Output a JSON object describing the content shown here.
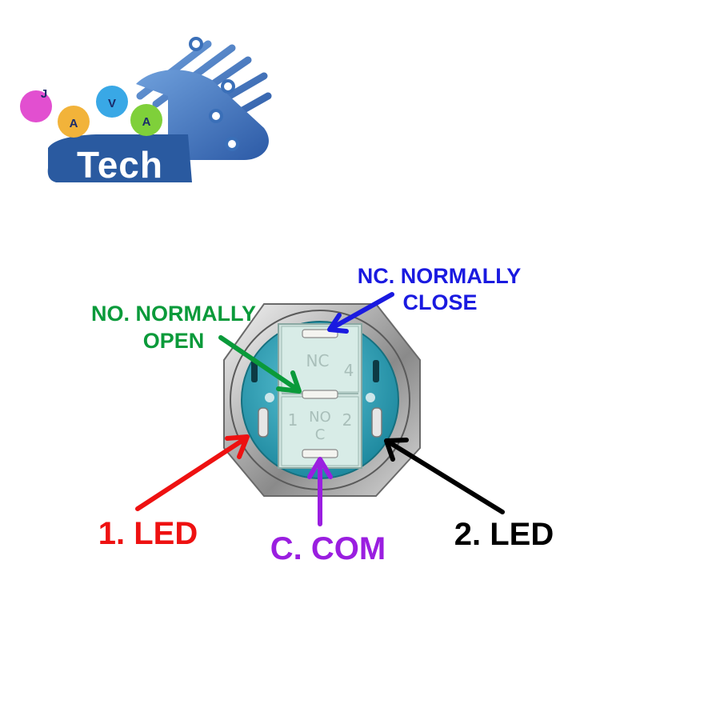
{
  "logo": {
    "letters": [
      "J",
      "A",
      "V",
      "A"
    ],
    "word": "Tech"
  },
  "switch_body": {
    "top_marks": [
      "NC",
      "4"
    ],
    "bottom_marks": [
      "1",
      "NO",
      "C",
      "2"
    ]
  },
  "labels": {
    "nc_line1": "NC. NORMALLY",
    "nc_line2": "CLOSE",
    "no_line1": "NO. NORMALLY",
    "no_line2": "OPEN",
    "led1": "1. LED",
    "com": "C. COM",
    "led2": "2. LED"
  },
  "colors": {
    "nc": "#1a1ae0",
    "no": "#0a9a3a",
    "led1": "#ee1111",
    "com": "#9a1ee0",
    "led2": "#000000",
    "housing_teal": "#36a9c0",
    "terminal_block": "#cfe3de",
    "logo_blue": "#3a6fb8"
  }
}
